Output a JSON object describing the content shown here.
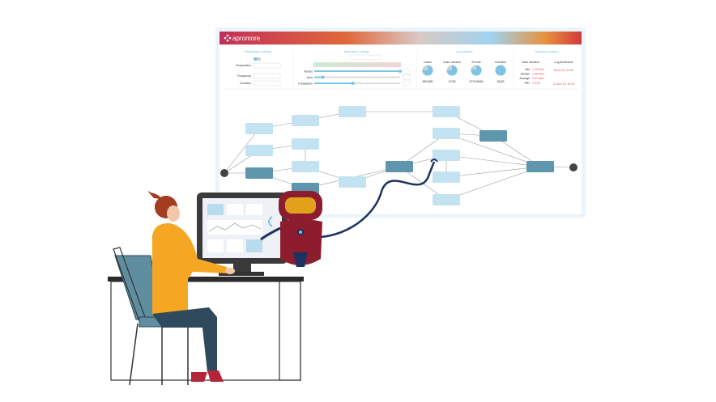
{
  "app": {
    "brand": "apromore"
  },
  "colors": {
    "accent": "#7cc4e4",
    "node_light": "#c4e3f2",
    "node_dark": "#5e96ae",
    "temporal_red": "#e0525e"
  },
  "visualization": {
    "title": "Visualization settings",
    "perspective_label": "Perspective",
    "frequency_label": "Frequency",
    "duration_label": "Duration"
  },
  "abstraction": {
    "title": "Abstraction settings",
    "sliders": [
      {
        "label": "Nodes",
        "value": 1.0
      },
      {
        "label": "Arcs",
        "value": 0.1
      },
      {
        "label": "Parallelism",
        "value": 0.45
      }
    ]
  },
  "log_stats": {
    "title": "Log statistics",
    "items": [
      {
        "label": "Cases",
        "value": "45K/58K",
        "fraction": 0.78
      },
      {
        "label": "Case variants",
        "value": "17/35",
        "fraction": 0.75
      },
      {
        "label": "Events",
        "value": "477K/599K",
        "fraction": 0.8
      },
      {
        "label": "Activities",
        "value": "35/45",
        "fraction": 1.0
      }
    ]
  },
  "temporal_stats": {
    "title": "Temporal statistics",
    "case_duration_label": "Case duration",
    "log_timeframe_label": "Log timeframe",
    "rows": [
      {
        "label": "Min",
        "value": "1.33 mins"
      },
      {
        "label": "Median",
        "value": "1.56 mths"
      },
      {
        "label": "Average",
        "value": "3.07 mths"
      },
      {
        "label": "Max",
        "value": "1.3 yrs"
      }
    ],
    "timeframe_start": "06 Jul 20, 14:20",
    "timeframe_end": "23 Dec 20, 16:05"
  }
}
